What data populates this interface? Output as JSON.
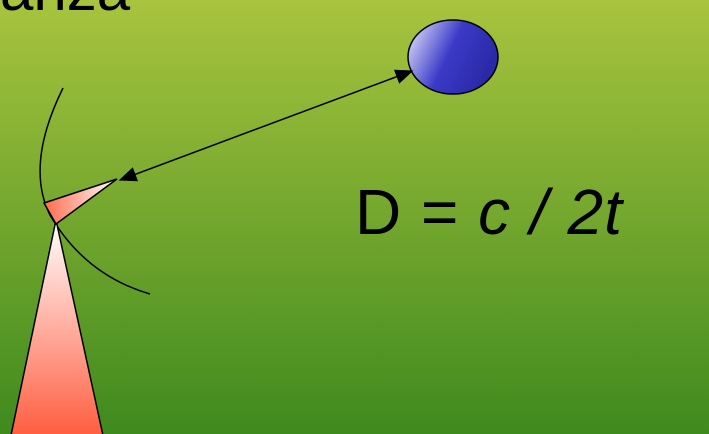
{
  "colors": {
    "background_top": "#a8c43e",
    "background_bottom": "#3f8a1e",
    "target_fill_light": "#f0f0ff",
    "target_fill_dark": "#3a3ac8",
    "antenna_fill_light": "#ffffff",
    "antenna_fill_dark": "#ff5a3c",
    "stroke": "#000000"
  },
  "labels": {
    "top_fragment": "anza",
    "formula": {
      "lhs": "D = ",
      "c": "c",
      "op": " / ",
      "two_t": "2t"
    }
  },
  "shapes": {
    "target": "target-ellipse",
    "antenna": "radar-antenna",
    "range_arrow": "double-headed-arrow",
    "wavefront": "arc"
  }
}
